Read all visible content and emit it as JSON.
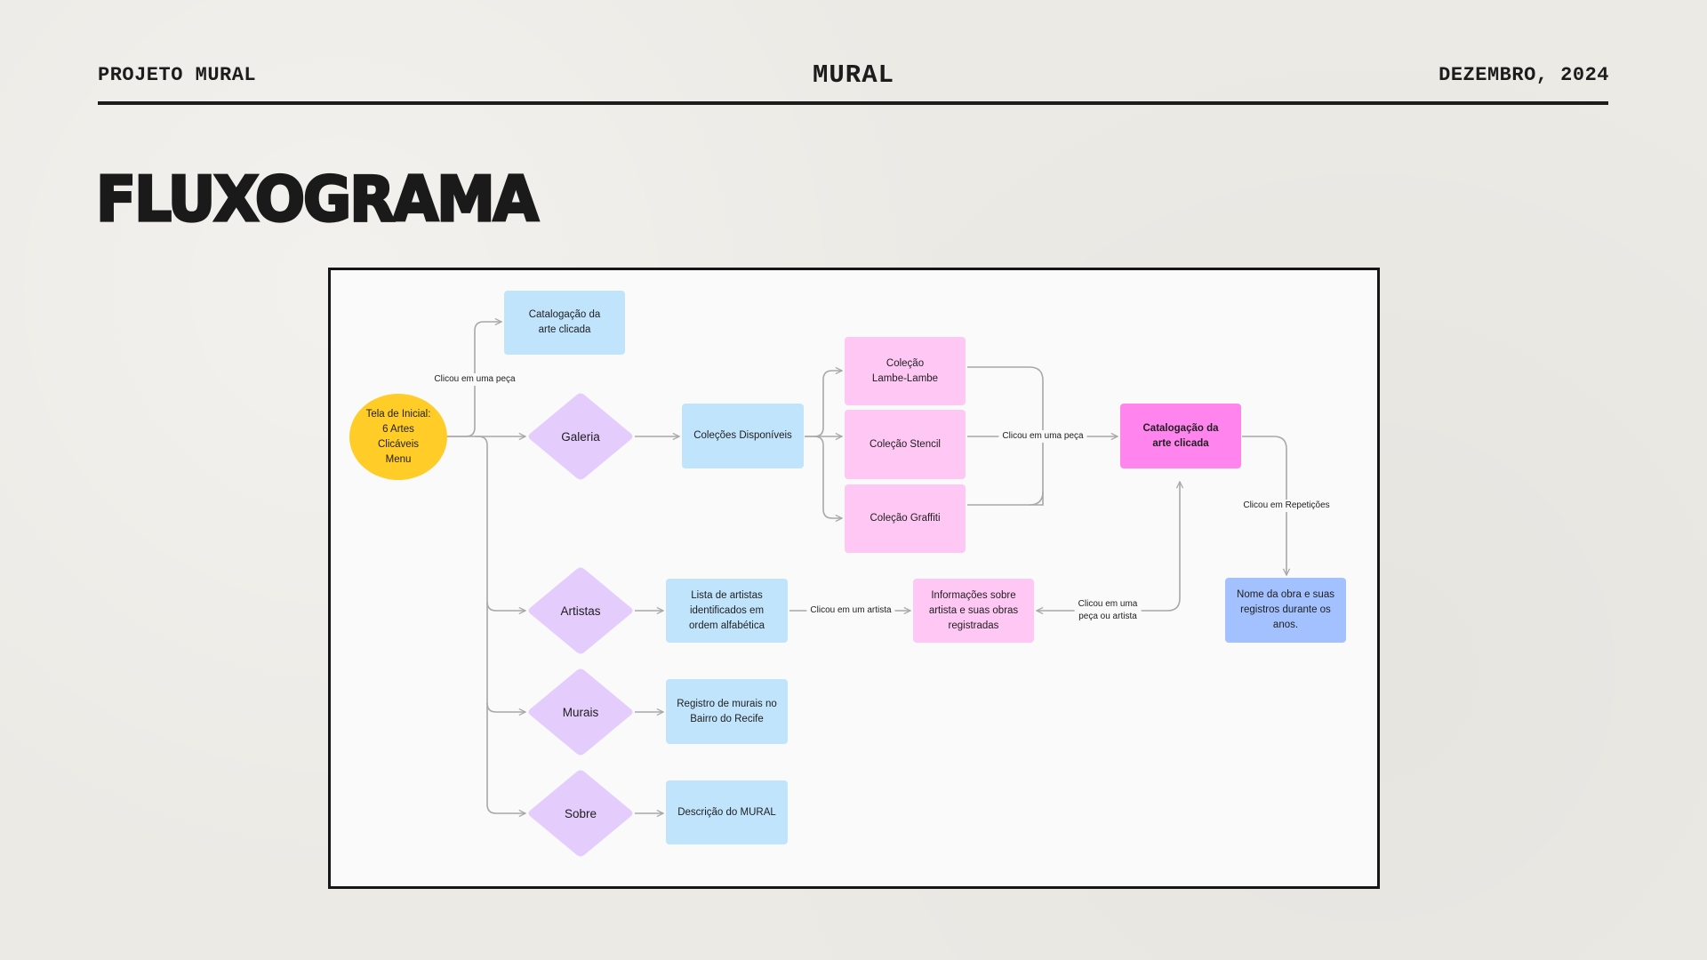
{
  "header": {
    "left": "PROJETO MURAL",
    "center": "MURAL",
    "right": "DEZEMBRO, 2024"
  },
  "page_title": "FLUXOGRAMA",
  "colors": {
    "start": "#FFCC28",
    "decision": "#E4CCFD",
    "screen": "#C1E4FD",
    "collection": "#FFC7F3",
    "highlight": "#FF84EE",
    "detail": "#A3C1FF",
    "edge": "#A8A8A8"
  },
  "diagram": {
    "nodes": {
      "start": "Tela de Inicial:\n6 Artes\nClicáveis\nMenu",
      "catalog_top": "Catalogação da\narte clicada",
      "galeria": "Galeria",
      "colecoes": "Coleções Disponíveis",
      "lambe": "Coleção\nLambe-Lambe",
      "stencil": "Coleção Stencil",
      "graffiti": "Coleção Graffiti",
      "catalog_main": "Catalogação da\narte clicada",
      "nome_obra": "Nome da obra e suas\nregistros durante os\nanos.",
      "artistas": "Artistas",
      "lista_artistas": "Lista de artistas\nidentificados em\nordem alfabética",
      "info_artista": "Informações sobre\nartista e suas obras\nregistradas",
      "murais": "Murais",
      "registro_murais": "Registro de murais no\nBairro do Recife",
      "sobre": "Sobre",
      "descricao": "Descrição do MURAL"
    },
    "edge_labels": {
      "start_to_catalog": "Clicou em uma peça",
      "collections_to_catalog": "Clicou em uma peça",
      "catalog_to_nome": "Clicou em Repetições",
      "lista_to_info": "Clicou em um artista",
      "info_to_catalog": "Clicou em uma\npeça ou artista"
    }
  }
}
